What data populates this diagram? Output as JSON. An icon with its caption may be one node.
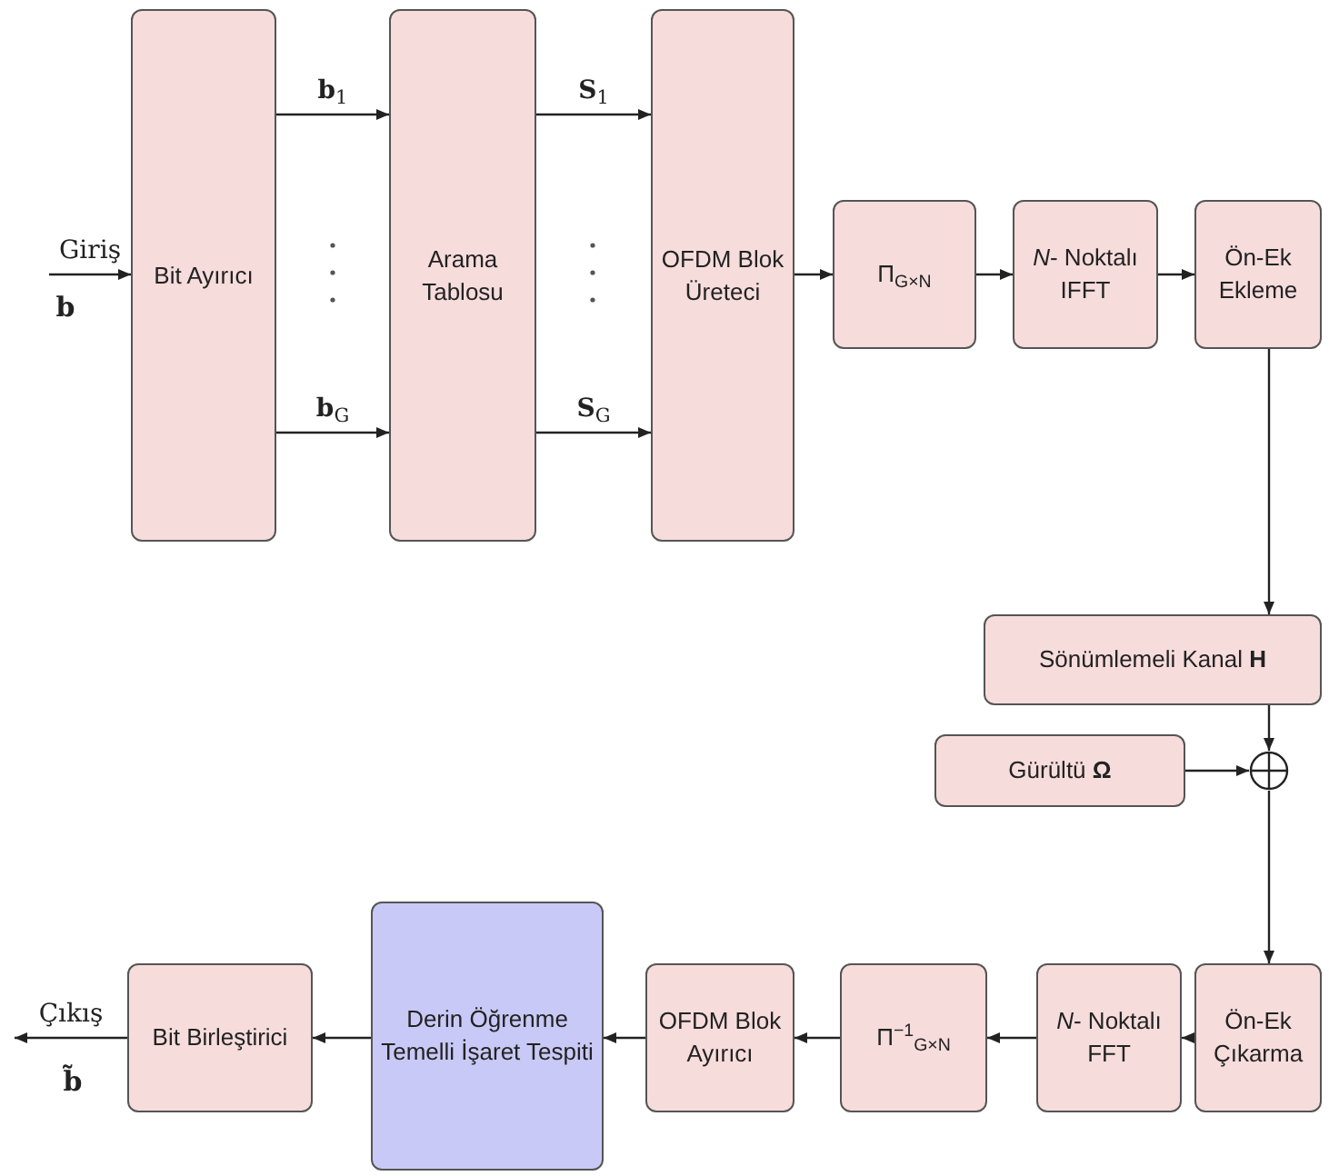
{
  "diagram": {
    "nodes": [
      {
        "text": [
          "Bit Ayırıcı"
        ]
      },
      {
        "text": [
          "Arama Tablosu"
        ]
      },
      {
        "text": [
          "OFDM Blok Üreteci"
        ]
      },
      {
        "text": [
          "Π$_{G×N}$"
        ]
      },
      {
        "text": [
          "*N*- Noktalı IFFT"
        ]
      },
      {
        "text": [
          "Ön-Ek Ekleme"
        ]
      },
      {
        "text": [
          "Sönümlemeli Kanal **H**"
        ]
      },
      {
        "text": [
          "Gürültü **Ω**"
        ]
      },
      {
        "text": [],
        "shape": "circle"
      },
      {
        "text": [
          "Ön-Ek Çıkarma"
        ]
      },
      {
        "text": [
          "*N*- Noktalı FFT"
        ]
      },
      {
        "text": [
          "Π$^{−1}$$_{G×N}$"
        ]
      },
      {
        "text": [
          "OFDM Blok Ayırıcı"
        ]
      },
      {
        "text": [
          "Derin Öğrenme Temelli İşaret Tespiti"
        ]
      },
      {
        "text": [
          "Bit Birleştirici"
        ]
      }
    ],
    "edges": [
      {
        "from": null,
        "to": 0,
        "arrow": "to",
        "label": "Giriş"
      },
      {
        "from": 0,
        "to": 1,
        "arrow": "to",
        "label": "**b**$_{1}$"
      },
      {
        "from": 0,
        "to": 1,
        "arrow": "to",
        "label": "**b**$_{G}$"
      },
      {
        "from": 1,
        "to": 2,
        "arrow": "to",
        "label": "**S**$_{1}$"
      },
      {
        "from": 1,
        "to": 2,
        "arrow": "to",
        "label": "**S**$_{G}$"
      },
      {
        "from": 2,
        "to": 3,
        "arrow": "to"
      },
      {
        "from": 3,
        "to": 4,
        "arrow": "to"
      },
      {
        "from": 4,
        "to": 5,
        "arrow": "to"
      },
      {
        "from": 5,
        "to": 6,
        "arrow": "to"
      },
      {
        "from": 6,
        "to": 8,
        "arrow": "to"
      },
      {
        "from": 7,
        "to": 8,
        "arrow": "to"
      },
      {
        "from": 8,
        "to": 9,
        "arrow": "to"
      },
      {
        "from": 9,
        "to": 10,
        "arrow": "to"
      },
      {
        "from": 10,
        "to": 11,
        "arrow": "to"
      },
      {
        "from": 11,
        "to": 12,
        "arrow": "to"
      },
      {
        "from": 12,
        "to": 13,
        "arrow": "to"
      },
      {
        "from": 13,
        "to": 14,
        "arrow": "to"
      },
      {
        "from": 14,
        "to": null,
        "arrow": "to",
        "label": "Çıkış"
      }
    ],
    "labels": [
      "b",
      "b̃"
    ]
  }
}
